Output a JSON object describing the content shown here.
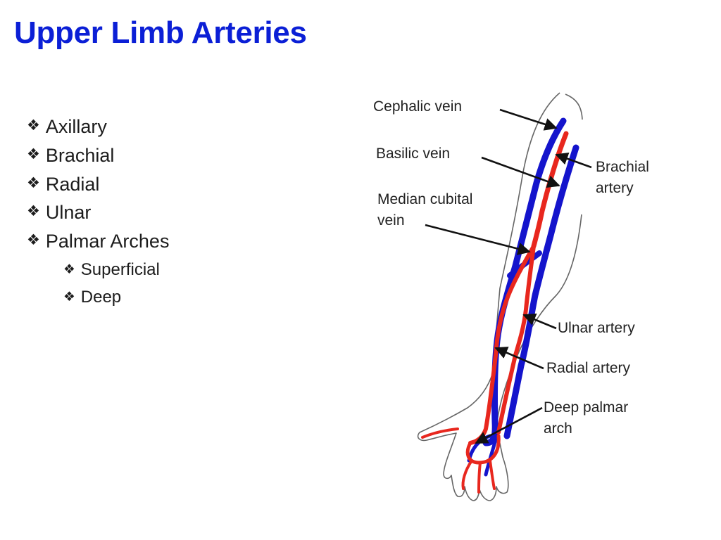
{
  "slide": {
    "title": "Upper Limb Arteries",
    "bullets": [
      {
        "text": "Axillary",
        "level": 1
      },
      {
        "text": "Brachial",
        "level": 1
      },
      {
        "text": "Radial",
        "level": 1
      },
      {
        "text": "Ulnar",
        "level": 1
      },
      {
        "text": "Palmar Arches",
        "level": 1
      },
      {
        "text": "Superficial",
        "level": 2
      },
      {
        "text": "Deep",
        "level": 2
      }
    ],
    "bullet_glyph": "❖"
  },
  "diagram": {
    "labels": {
      "cephalic_vein": "Cephalic vein",
      "basilic_vein": "Basilic vein",
      "median_cubital_1": "Median cubital",
      "median_cubital_2": "vein",
      "brachial_1": "Brachial",
      "brachial_2": "artery",
      "ulnar_artery": "Ulnar artery",
      "radial_artery": "Radial artery",
      "deep_palmar_1": "Deep palmar",
      "deep_palmar_2": "arch"
    },
    "colors": {
      "artery": "#e8271e",
      "vein": "#1414cc",
      "outline": "#555555",
      "title": "#0b1fd6"
    }
  }
}
